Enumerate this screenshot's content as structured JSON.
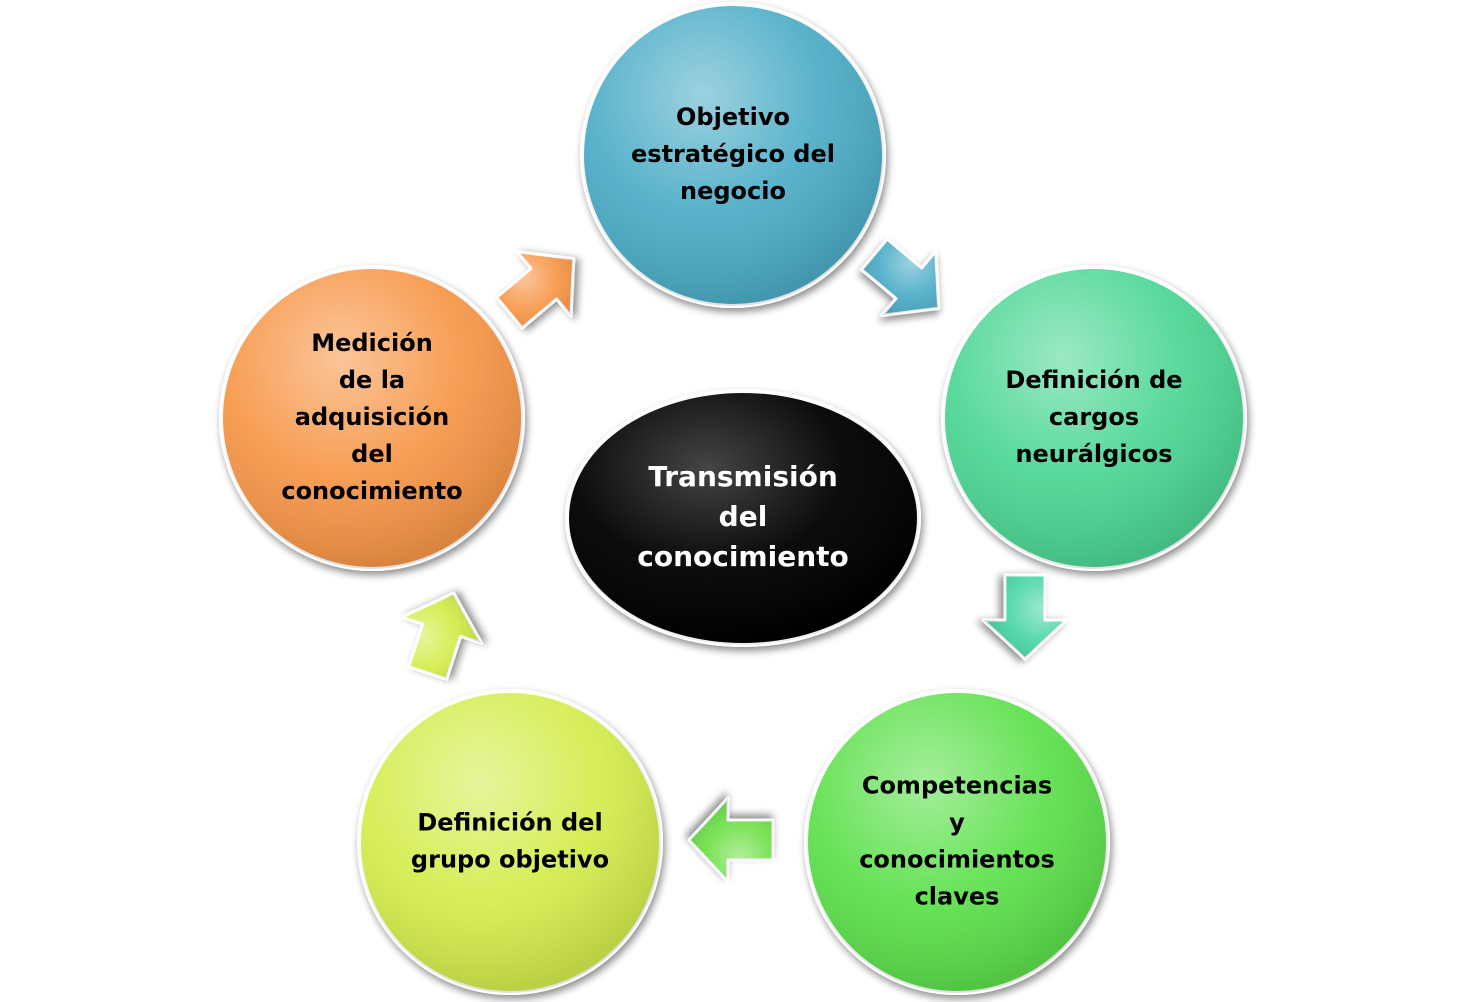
{
  "center": {
    "lines": [
      "Transmisión",
      "del",
      "conocimiento"
    ],
    "color": "#000000"
  },
  "nodes": [
    {
      "id": "objetivo",
      "lines": [
        "Objetivo",
        "estratégico del",
        "negocio"
      ],
      "color": "#4BACC6"
    },
    {
      "id": "cargos",
      "lines": [
        "Definición de",
        "cargos",
        "neurálgicos"
      ],
      "color": "#4BD694"
    },
    {
      "id": "competencias",
      "lines": [
        "Competencias",
        "y",
        "conocimientos",
        "claves"
      ],
      "color": "#5CE04B"
    },
    {
      "id": "grupo",
      "lines": [
        "Definición del",
        "grupo objetivo"
      ],
      "color": "#D4EC4B"
    },
    {
      "id": "medicion",
      "lines": [
        "Medición",
        "de la",
        "adquisición",
        "del",
        "conocimiento"
      ],
      "color": "#F79646"
    }
  ],
  "arrow_colors": [
    "#4BACC6",
    "#4BD6A6",
    "#6FE04B",
    "#D4EC4B",
    "#F79646"
  ]
}
